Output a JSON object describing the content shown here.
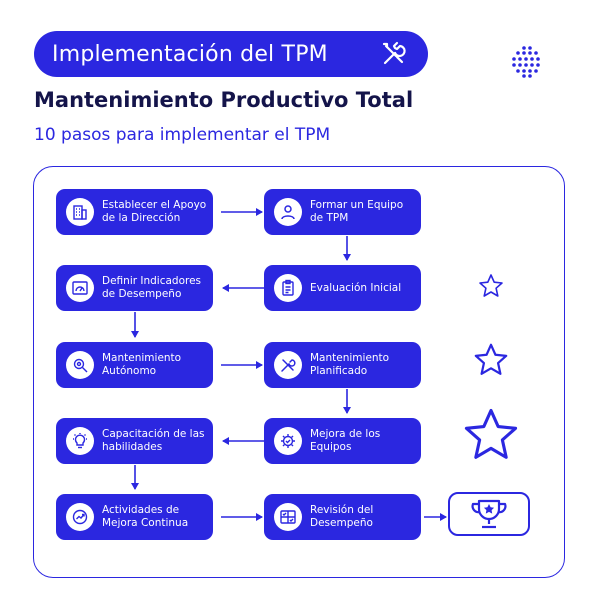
{
  "header": {
    "badge_title": "Implementación del TPM",
    "title": "Mantenimiento Productivo Total",
    "subtitle": "10 pasos para implementar el TPM"
  },
  "colors": {
    "primary": "#2b27e0",
    "title_text": "#14144a",
    "background": "#ffffff"
  },
  "steps": [
    {
      "label": "Establecer el Apoyo de la Dirección",
      "icon": "building-icon"
    },
    {
      "label": "Formar un Equipo de TPM",
      "icon": "user-icon"
    },
    {
      "label": "Definir Indicadores de Desempeño",
      "icon": "dashboard-icon"
    },
    {
      "label": "Evaluación Inicial",
      "icon": "clipboard-icon"
    },
    {
      "label": "Mantenimiento Autónomo",
      "icon": "gear-search-icon"
    },
    {
      "label": "Mantenimiento Planificado",
      "icon": "tools-icon"
    },
    {
      "label": "Capacitación de las habilidades",
      "icon": "lightbulb-icon"
    },
    {
      "label": "Mejora de los Equipos",
      "icon": "gear-check-icon"
    },
    {
      "label": "Actividades de Mejora Continua",
      "icon": "improvement-icon"
    },
    {
      "label": "Revisión del Desempeño",
      "icon": "review-icon"
    }
  ],
  "final_icon": "trophy-icon",
  "decorations": [
    "star-outline-icon",
    "star-outline-icon",
    "star-outline-icon"
  ]
}
